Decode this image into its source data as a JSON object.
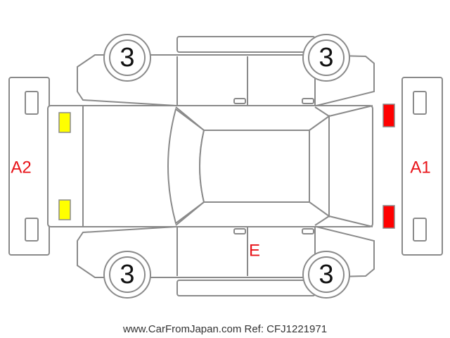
{
  "wheel_grades": {
    "front_left": "3",
    "front_right": "3",
    "rear_left": "3",
    "rear_right": "3"
  },
  "damage_codes": {
    "rear_bumper": "A2",
    "front_bumper": "A1",
    "right_side": "E"
  },
  "colors": {
    "code_red": "#e8141a",
    "rear_light_fill": "#ffff00",
    "front_light_fill": "#ff0000"
  },
  "watermark": "www.CarFromJapan.com Ref: CFJ1221971"
}
